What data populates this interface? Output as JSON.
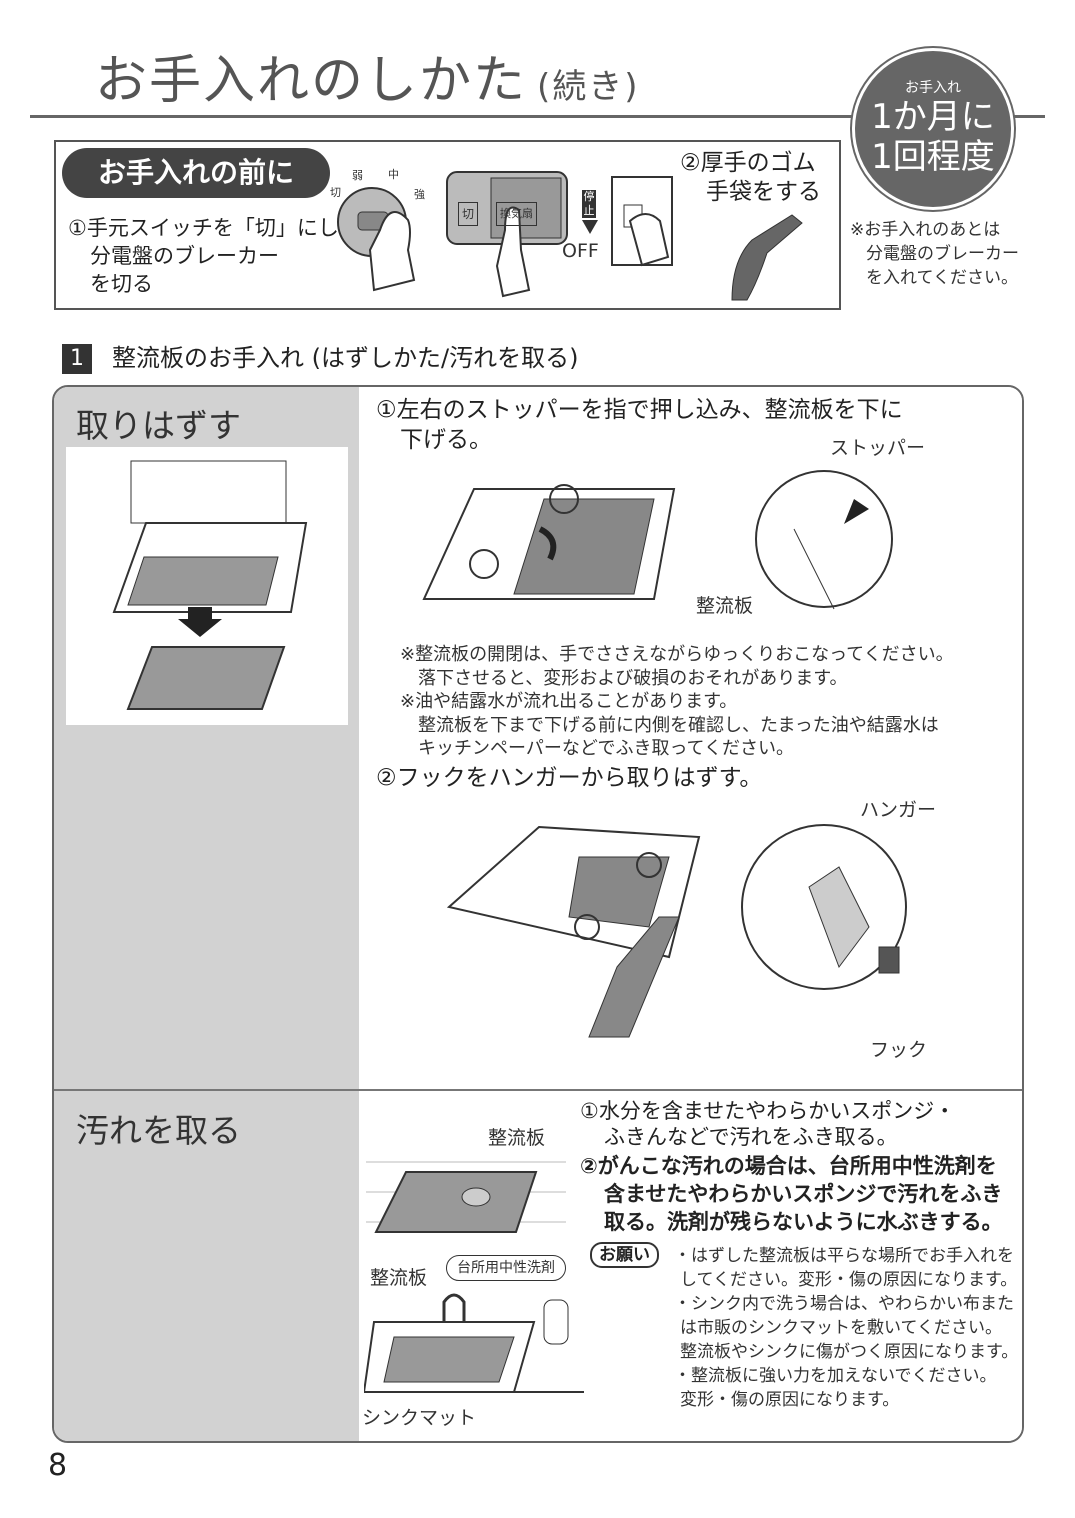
{
  "page": {
    "title": "お手入れのしかた",
    "title_sub": "(続き)",
    "page_number": "8"
  },
  "badge": {
    "small": "お手入れ",
    "line1": "1か月に",
    "line2": "1回程度"
  },
  "before": {
    "heading": "お手入れの前に",
    "step1": [
      "①手元スイッチを「切」にし、",
      "分電盤のブレーカー",
      "を切る"
    ],
    "step2": [
      "②厚手のゴム",
      "手袋をする"
    ],
    "dial_labels": {
      "off": "切",
      "weak": "弱",
      "mid": "中",
      "strong": "強"
    },
    "switch_labels": {
      "off": "切",
      "fan": "換気扇"
    },
    "stop_label": "停止",
    "off_label": "OFF",
    "after_note": [
      "※お手入れのあとは",
      "分電盤のブレーカー",
      "を入れてください。"
    ]
  },
  "section1": {
    "num": "1",
    "heading": "整流板のお手入れ (はずしかた/汚れを取る)"
  },
  "remove": {
    "heading": "取りはずす",
    "step1": [
      "①左右のストッパーを指で押し込み、整流板を下に",
      "下げる。"
    ],
    "label_stopper": "ストッパー",
    "label_plate": "整流板",
    "notes": [
      "※整流板の開閉は、手でささえながらゆっくりおこなってください。",
      "落下させると、変形および破損のおそれがあります。",
      "※油や結露水が流れ出ることがあります。",
      "整流板を下まで下げる前に内側を確認し、たまった油や結露水は",
      "キッチンペーパーなどでふき取ってください。"
    ],
    "step2": "②フックをハンガーから取りはずす。",
    "label_hanger": "ハンガー",
    "label_hook": "フック"
  },
  "clean": {
    "heading": "汚れを取る",
    "label_plate_top": "整流板",
    "label_plate_bottom": "整流板",
    "label_detergent": "台所用中性洗剤",
    "label_sinkmat": "シンクマット",
    "step1": [
      "①水分を含ませたやわらかいスポンジ・",
      "ふきんなどで汚れをふき取る。"
    ],
    "step2": [
      "②がんこな汚れの場合は、台所用中性洗剤を",
      "含ませたやわらかいスポンジで汚れをふき",
      "取る。洗剤が残らないように水ぶきする。"
    ],
    "onegai": "お願い",
    "requests": [
      "・はずした整流板は平らな場所でお手入れを",
      "してください。変形・傷の原因になります。",
      "・シンク内で洗う場合は、やわらかい布また",
      "は市販のシンクマットを敷いてください。",
      "整流板やシンクに傷がつく原因になります。",
      "・整流板に強い力を加えないでください。",
      "変形・傷の原因になります。"
    ]
  }
}
